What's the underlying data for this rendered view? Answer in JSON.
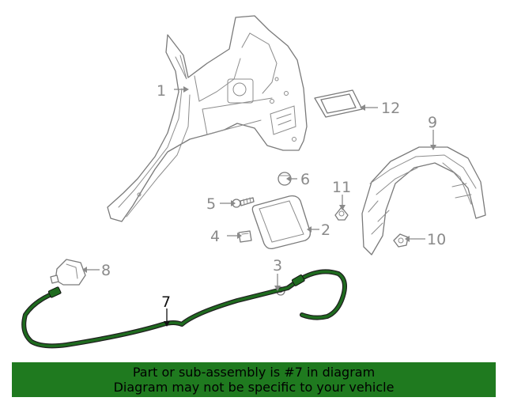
{
  "callouts": [
    {
      "id": "1",
      "label": "1"
    },
    {
      "id": "2",
      "label": "2"
    },
    {
      "id": "3",
      "label": "3"
    },
    {
      "id": "4",
      "label": "4"
    },
    {
      "id": "5",
      "label": "5"
    },
    {
      "id": "6",
      "label": "6"
    },
    {
      "id": "7",
      "label": "7"
    },
    {
      "id": "8",
      "label": "8"
    },
    {
      "id": "9",
      "label": "9"
    },
    {
      "id": "10",
      "label": "10"
    },
    {
      "id": "11",
      "label": "11"
    },
    {
      "id": "12",
      "label": "12"
    }
  ],
  "highlight": {
    "part": "7",
    "color": "#1f6b1f"
  },
  "banner": {
    "line1": "Part or sub-assembly is #7 in diagram",
    "line2": "Diagram may not be specific to your vehicle",
    "color": "#1f7a1f"
  }
}
